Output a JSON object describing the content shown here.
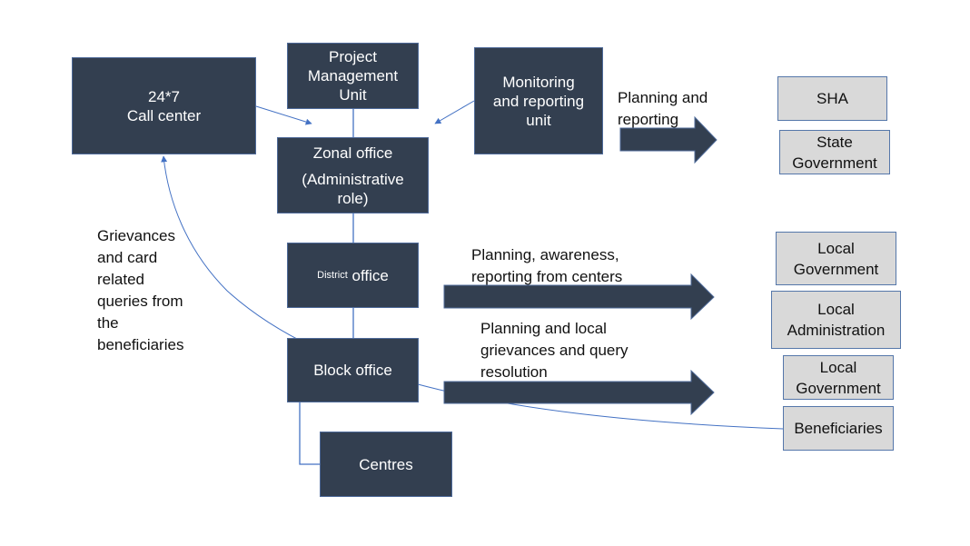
{
  "colors": {
    "dark_box": "#333f50",
    "light_box": "#d9d9d9",
    "connector": "#4472c4",
    "arrow": "#333f50"
  },
  "nodes": {
    "call_center": {
      "line1": "24*7",
      "line2": "Call center"
    },
    "pmu": {
      "line1": "Project",
      "line2": "Management",
      "line3": "Unit"
    },
    "monitoring": {
      "line1": "Monitoring",
      "line2": "and reporting",
      "line3": "unit"
    },
    "zonal": {
      "line1": "Zonal office",
      "line2": "(Administrative",
      "line3": "role)"
    },
    "district": {
      "prefix": "District",
      "main": "office"
    },
    "block": {
      "label": "Block office"
    },
    "centres": {
      "label": "Centres"
    }
  },
  "stakeholders": {
    "sha": {
      "label": "SHA"
    },
    "state_gov": {
      "line1": "State",
      "line2": "Government"
    },
    "local_gov_1": {
      "line1": "Local",
      "line2": "Government"
    },
    "local_admin": {
      "line1": "Local",
      "line2": "Administration"
    },
    "local_gov_2": {
      "line1": "Local",
      "line2": "Government"
    },
    "beneficiaries": {
      "label": "Beneficiaries"
    }
  },
  "flows": {
    "planning_reporting": {
      "line1": "Planning and",
      "line2": "reporting"
    },
    "district_flow": {
      "line1": "Planning, awareness,",
      "line2": "reporting from centers"
    },
    "block_flow": {
      "line1": "Planning and local",
      "line2": "grievances and query",
      "line3": "resolution"
    }
  },
  "grievance_note": {
    "lines": [
      "Grievances",
      "and card",
      "related",
      "queries from",
      "the",
      "beneficiaries"
    ]
  }
}
